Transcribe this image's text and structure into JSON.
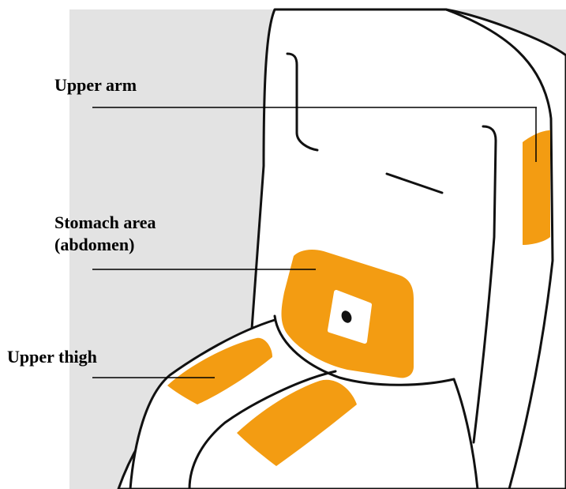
{
  "labels": {
    "upper_arm": "Upper arm",
    "stomach_line1": "Stomach area",
    "stomach_line2": "(abdomen)",
    "upper_thigh": "Upper thigh"
  },
  "colors": {
    "background_panel": "#e3e3e3",
    "body_fill": "#ffffff",
    "outline": "#111111",
    "injection_site": "#f39c12",
    "leader_line": "#000000"
  }
}
